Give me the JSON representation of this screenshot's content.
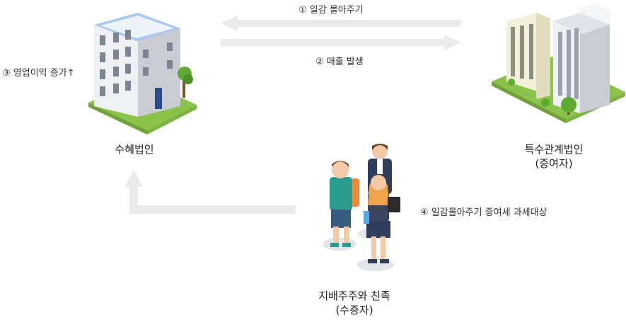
{
  "steps": {
    "step1": "① 일감 몰아주기",
    "step2": "② 매출 발생",
    "step3": "③ 영업이익 증가↑",
    "step4": "④ 일감몰아주기 증여세 과세대상"
  },
  "entities": {
    "beneficiary": {
      "name": "수혜법인"
    },
    "related": {
      "name": "특수관계법인",
      "sub": "(증여자)"
    },
    "shareholders": {
      "name": "지배주주와 친족",
      "sub": "(수증자)"
    }
  },
  "colors": {
    "arrow": "#ebebeb",
    "grass": "#8bc34a",
    "building_side": "#c9ccd3",
    "building_front": "#eef0f3",
    "roof_accent": "#a9c8ee",
    "tree": "#5fa832"
  }
}
